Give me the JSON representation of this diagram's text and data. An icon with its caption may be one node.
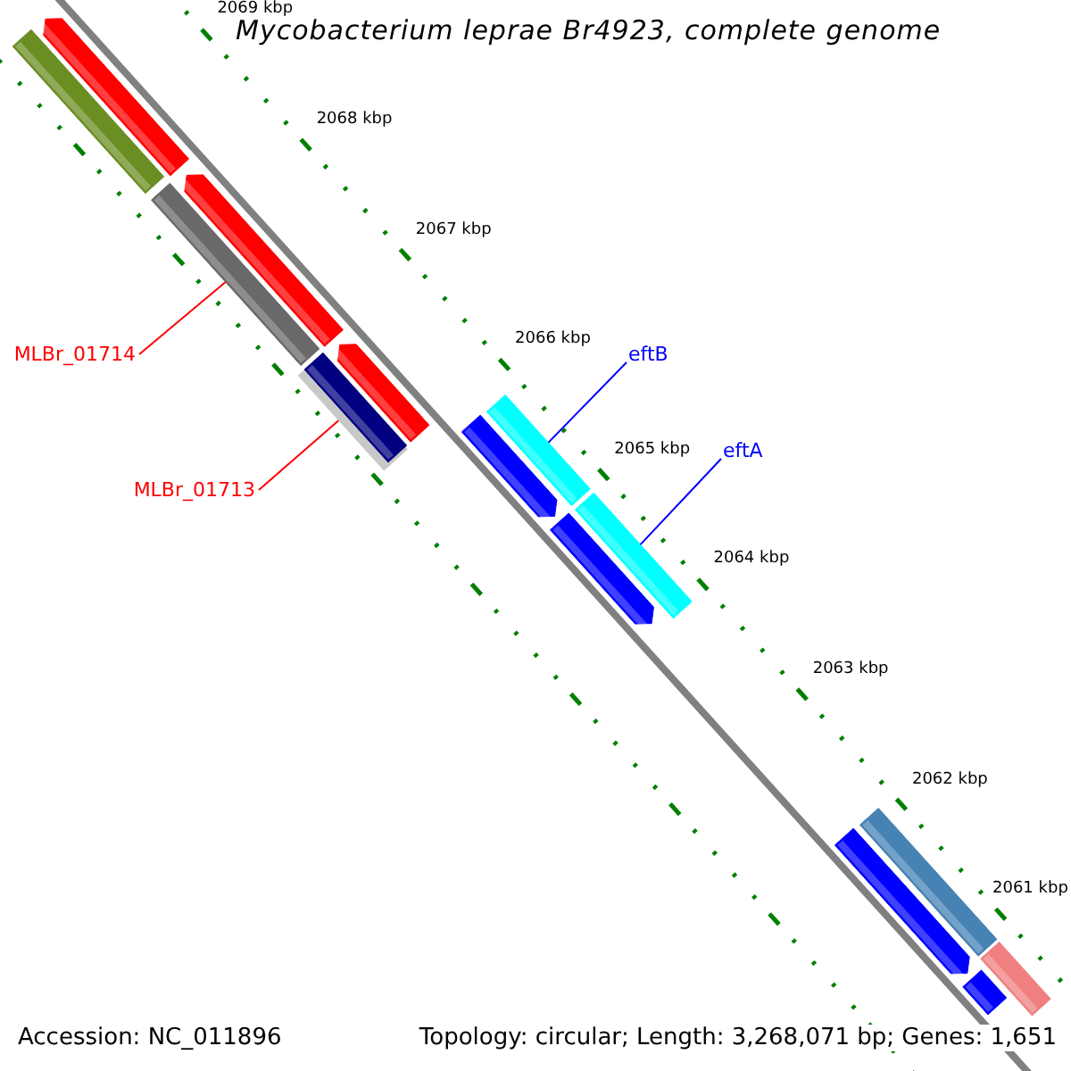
{
  "diagram": {
    "title": "Mycobacterium leprae Br4923, complete genome",
    "nodes": [
      {
        "text": [],
        "shape": "arrow"
      },
      {
        "text": [],
        "shape": "bar"
      },
      {
        "text": [],
        "shape": "arrow"
      },
      {
        "text": [],
        "shape": "bar"
      },
      {
        "text": [],
        "shape": "arrow"
      },
      {
        "text": [
          "MLBr_01714"
        ]
      },
      {
        "text": [
          "eftB"
        ]
      },
      {
        "text": [],
        "shape": "bar"
      },
      {
        "text": [],
        "shape": "arrow"
      },
      {
        "text": [],
        "shape": "bar"
      },
      {
        "text": [
          "MLBr_01713"
        ]
      },
      {
        "text": [
          "eftA"
        ]
      },
      {
        "text": [],
        "shape": "arrow"
      },
      {
        "text": [],
        "shape": "bar"
      },
      {
        "text": [],
        "shape": "bar"
      },
      {
        "text": [],
        "shape": "arrow"
      },
      {
        "text": [],
        "shape": "bar"
      },
      {
        "text": [],
        "shape": "bar"
      }
    ],
    "edges": [
      {
        "from": 5,
        "to": 3,
        "arrow": "none",
        "color": "#ff0000"
      },
      {
        "from": 6,
        "to": 9,
        "arrow": "none",
        "color": "#0000ff"
      },
      {
        "from": 10,
        "to": 7,
        "arrow": "none",
        "color": "#ff0000"
      },
      {
        "from": 11,
        "to": 13,
        "arrow": "none",
        "color": "#0000ff"
      }
    ],
    "labels": [
      "2069 kbp",
      "2068 kbp",
      "2067 kbp",
      "2066 kbp",
      "2065 kbp",
      "2064 kbp",
      "2063 kbp",
      "2062 kbp",
      "2061 kbp",
      "Accession: NC_011896",
      "Topology: circular; Length: 3,268,071 bp; Genes: 1,651"
    ]
  }
}
